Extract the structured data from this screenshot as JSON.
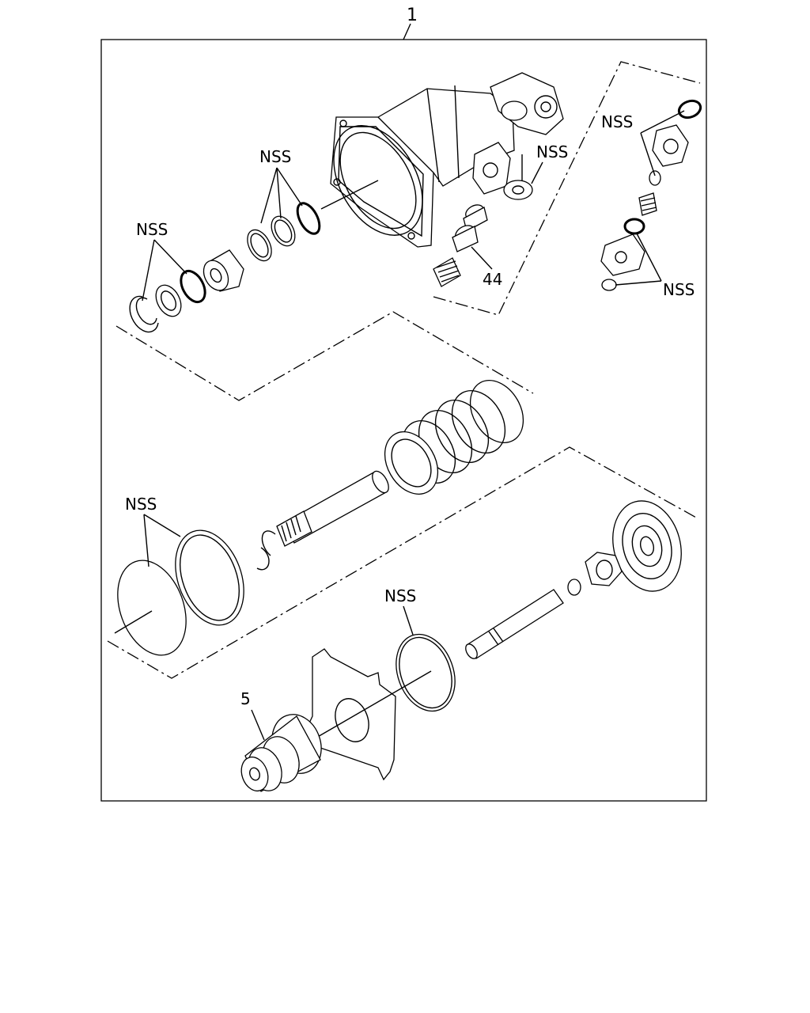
{
  "diagram": {
    "labels": {
      "assembly": "1",
      "nss_1": "NSS",
      "nss_2": "NSS",
      "nss_3": "NSS",
      "nss_4": "NSS",
      "nss_5": "NSS",
      "nss_6": "NSS",
      "nss_7": "NSS",
      "part_44": "44",
      "part_5": "5"
    }
  }
}
